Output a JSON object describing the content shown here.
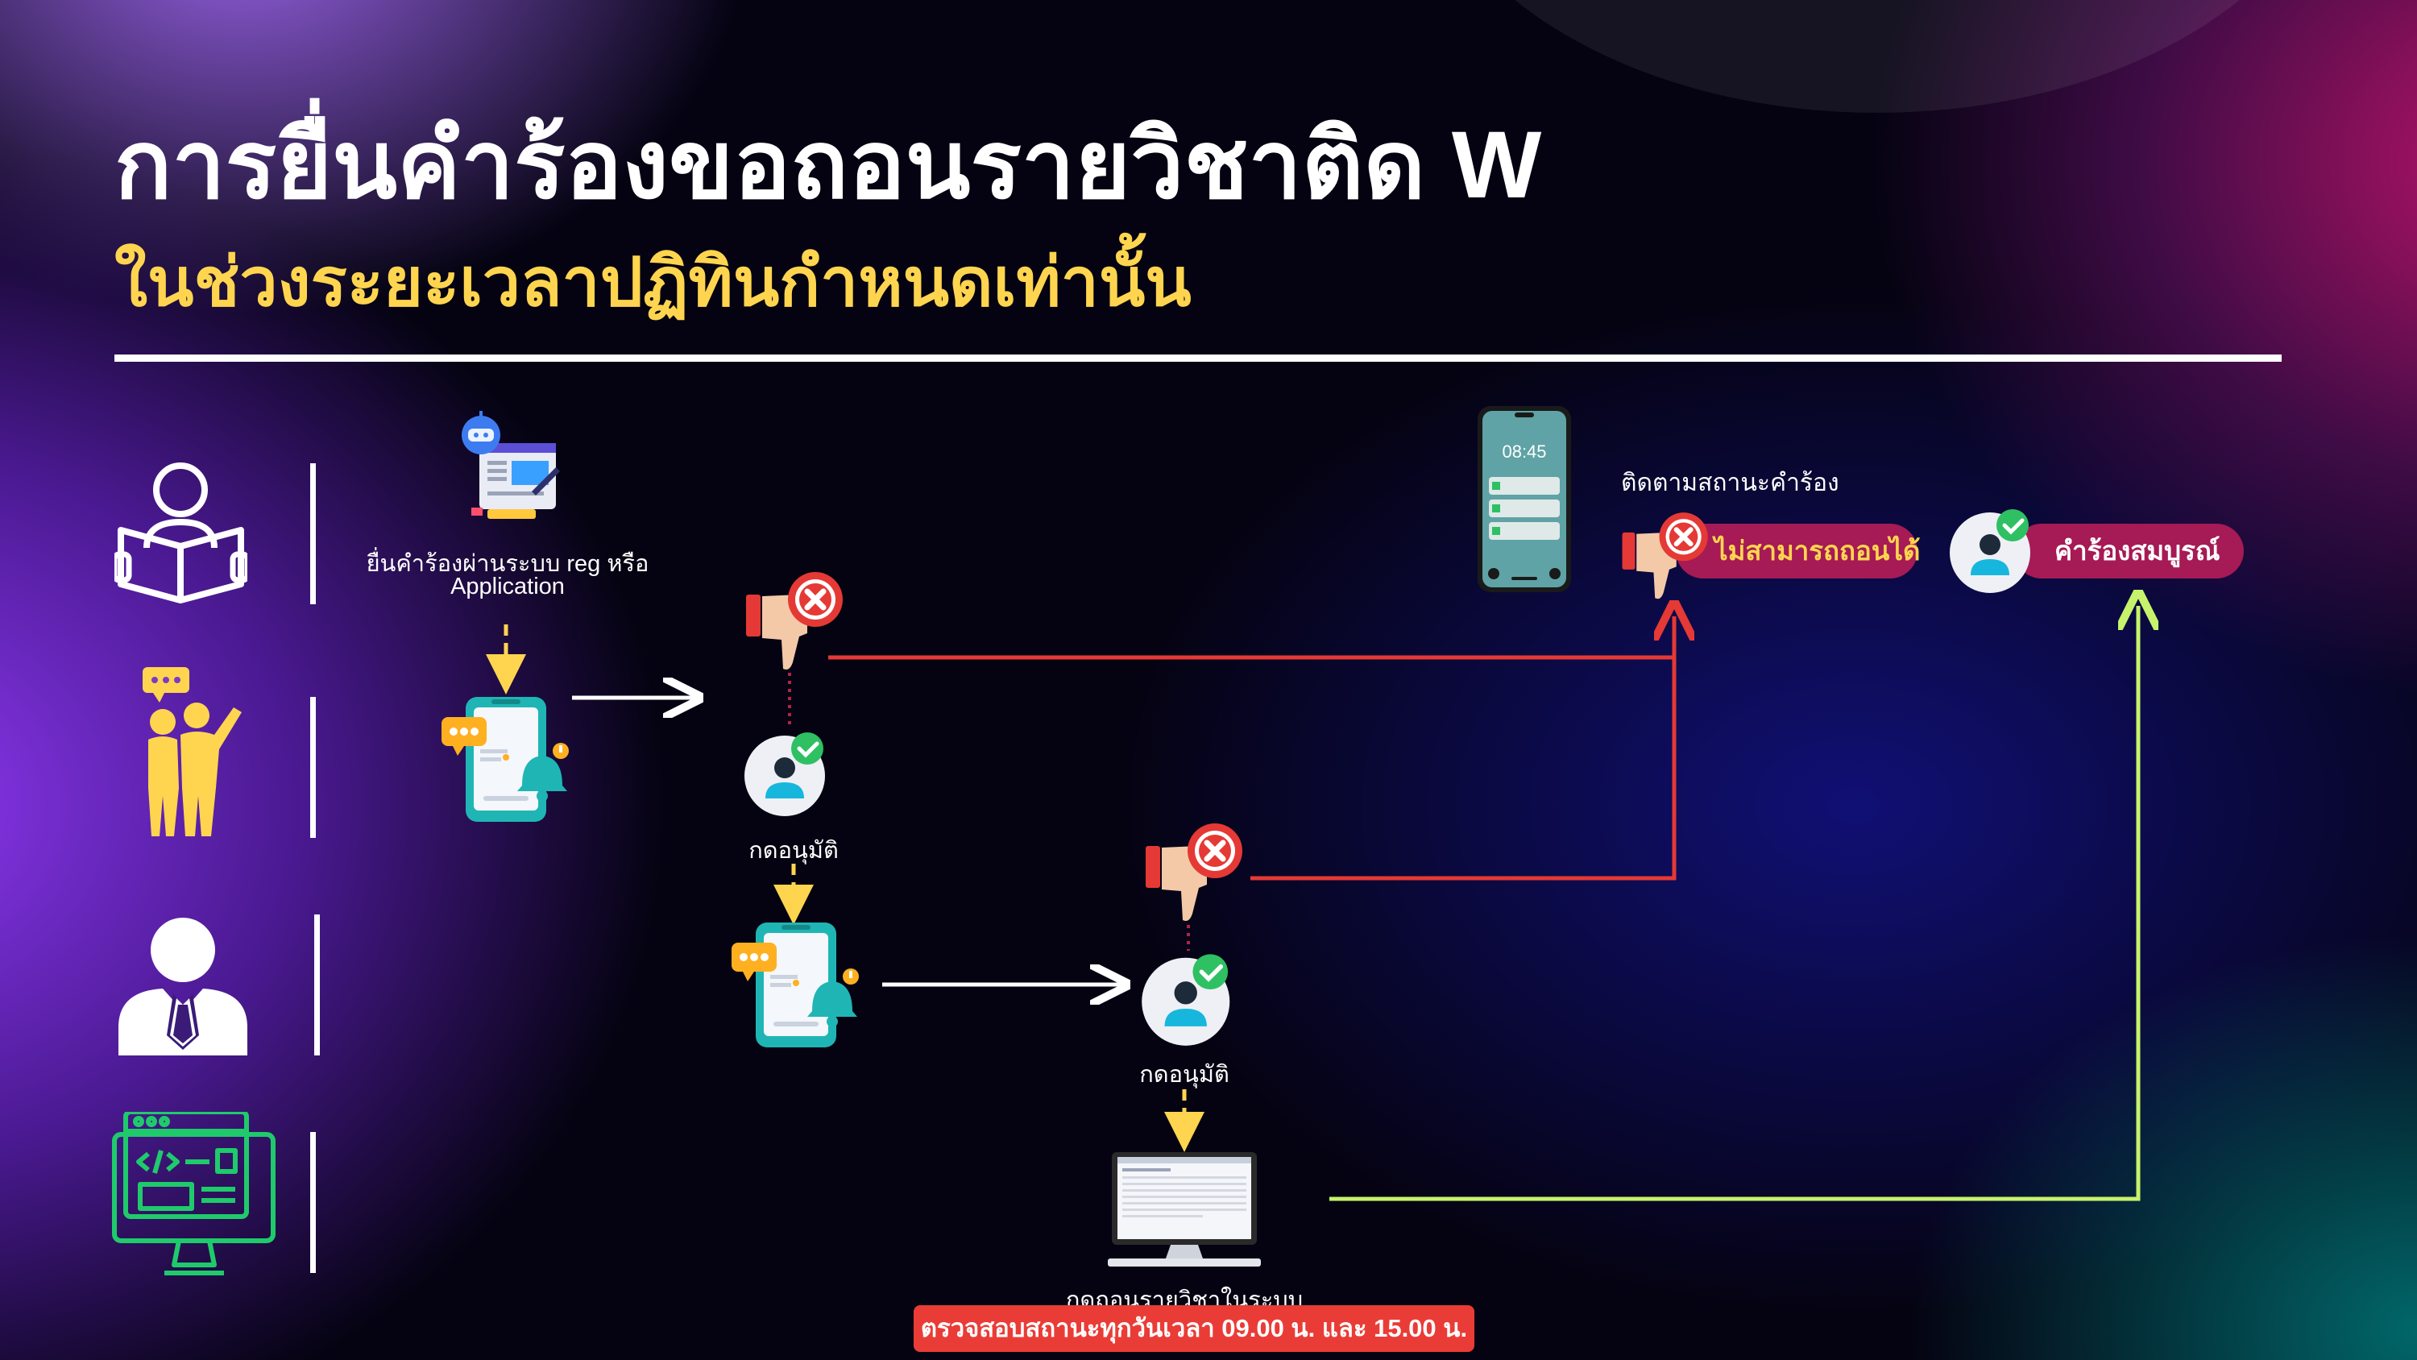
{
  "title": "การยื่นคำร้องขอถอนรายวิชาติด W",
  "subtitle": "ในช่วงระยะเวลาปฏิทินกำหนดเท่านั้น",
  "steps": {
    "submit": "ยื่นคำร้องผ่านระบบ reg หรือ",
    "submit_line2": "Application",
    "advisor_approve": "กดอนุมัติ",
    "dean_approve": "กดอนุมัติ",
    "system_withdraw": "กดถอนรายวิชาในระบบ",
    "track": "ติดตามสถานะคำร้อง"
  },
  "phone_time": "08:45",
  "results": {
    "rejected": "ไม่สามารถถอนได้",
    "completed": "คำร้องสมบูรณ์"
  },
  "note": "ตรวจสอบสถานะทุกวันเวลา 09.00 น. และ 15.00 น.",
  "colors": {
    "reject_line": "#e53935",
    "complete_line": "#c6f36b",
    "dashed_arrow": "#ffd54f",
    "subtitle": "#ffd54f",
    "pill": "#a61a55"
  }
}
